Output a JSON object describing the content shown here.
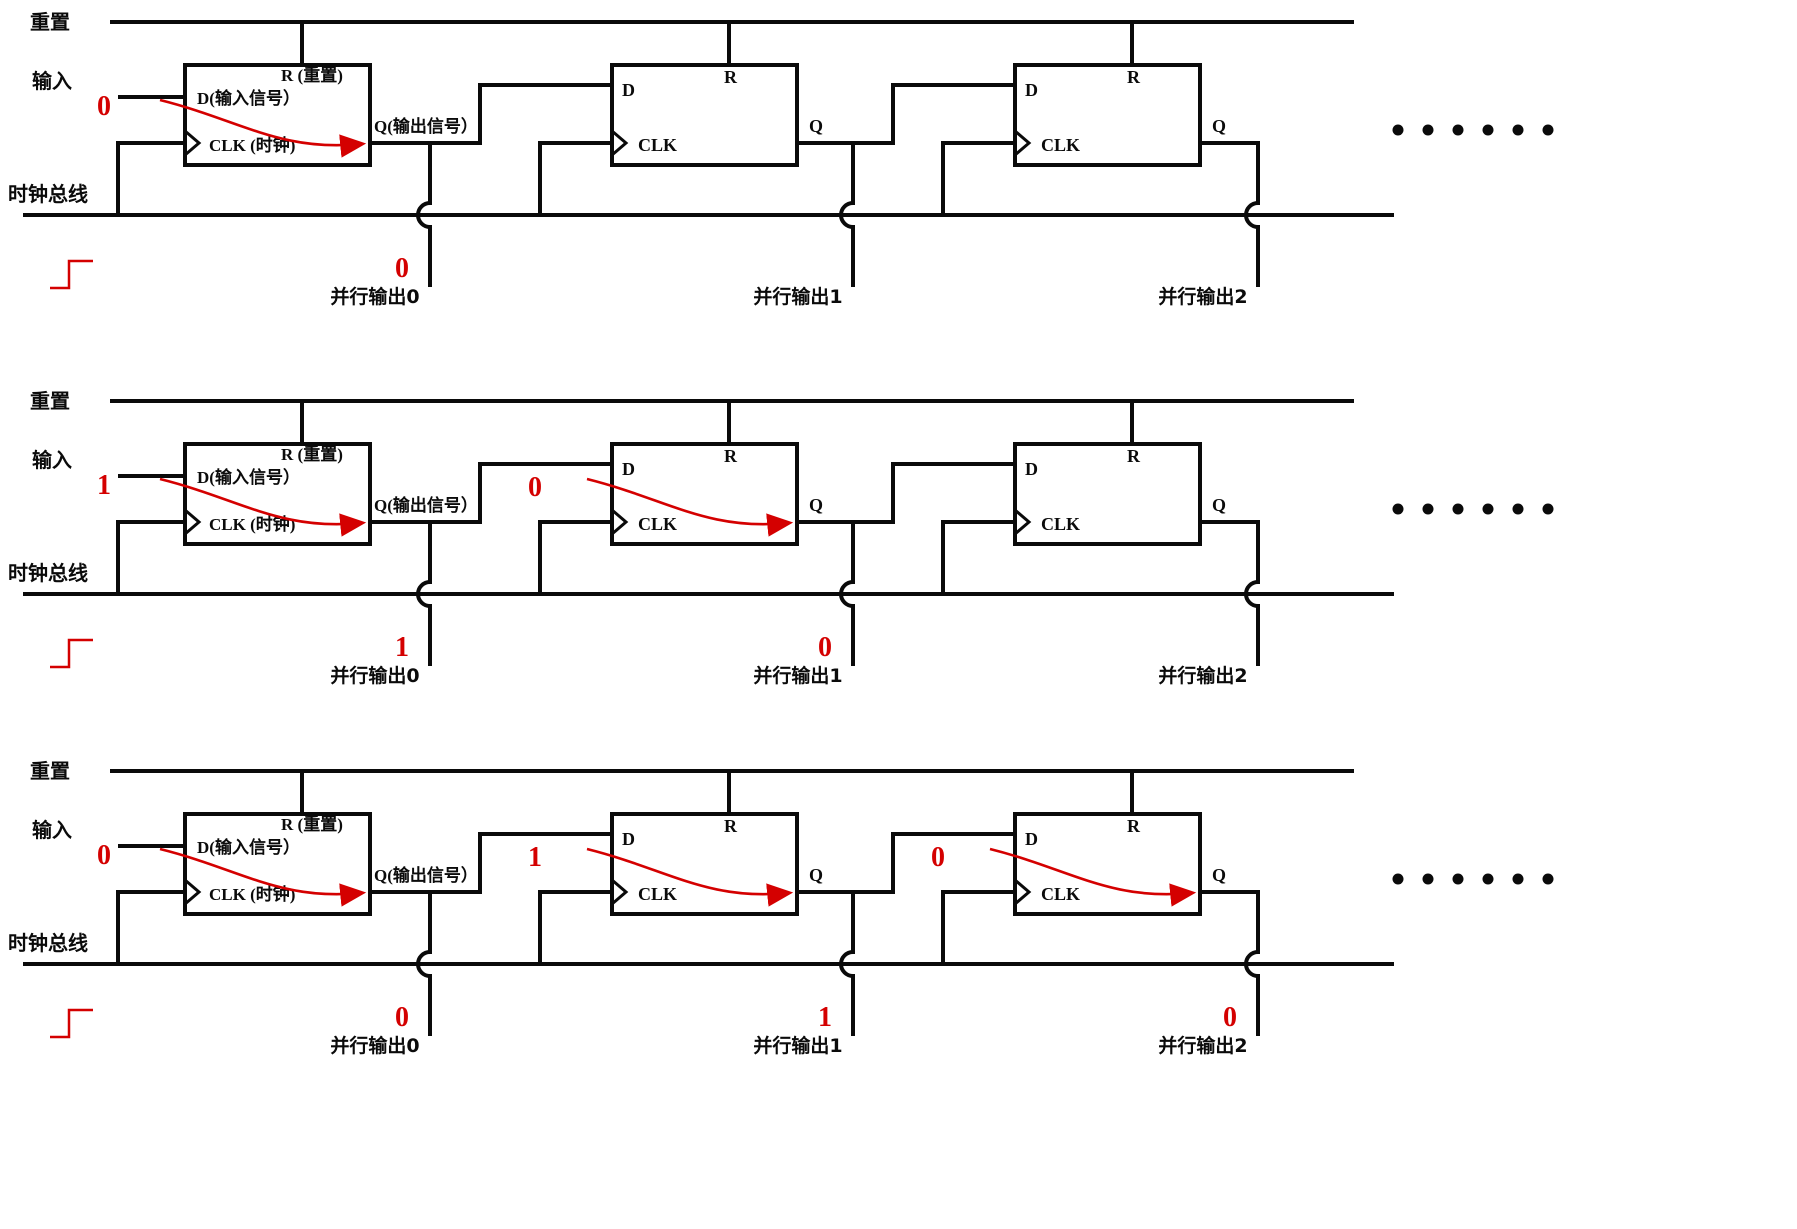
{
  "diagram": {
    "colors": {
      "wire": "#0a0a0a",
      "accent": "#d40000"
    },
    "bus_labels": {
      "reset": "重置",
      "input": "输入",
      "clock": "时钟总线"
    },
    "flipflop_labels": {
      "first": {
        "d": "D(输入信号）",
        "r": "R (重置)",
        "clk": "CLK (时钟)",
        "q": "Q(输出信号）"
      },
      "other": {
        "d": "D",
        "r": "R",
        "clk": "CLK",
        "q": "Q"
      }
    },
    "output_labels": [
      "并行输出0",
      "并行输出1",
      "并行输出2"
    ],
    "ellipsis_dots": 6,
    "rows": [
      {
        "input_value": "0",
        "flipflops": [
          {
            "shift_arrow": true,
            "incoming_value": ""
          },
          {
            "shift_arrow": false,
            "incoming_value": ""
          },
          {
            "shift_arrow": false,
            "incoming_value": ""
          }
        ],
        "output_values": [
          "0",
          "",
          ""
        ]
      },
      {
        "input_value": "1",
        "flipflops": [
          {
            "shift_arrow": true,
            "incoming_value": ""
          },
          {
            "shift_arrow": true,
            "incoming_value": "0"
          },
          {
            "shift_arrow": false,
            "incoming_value": ""
          }
        ],
        "output_values": [
          "1",
          "0",
          ""
        ]
      },
      {
        "input_value": "0",
        "flipflops": [
          {
            "shift_arrow": true,
            "incoming_value": ""
          },
          {
            "shift_arrow": true,
            "incoming_value": "1"
          },
          {
            "shift_arrow": true,
            "incoming_value": "0"
          }
        ],
        "output_values": [
          "0",
          "1",
          "0"
        ]
      }
    ]
  }
}
